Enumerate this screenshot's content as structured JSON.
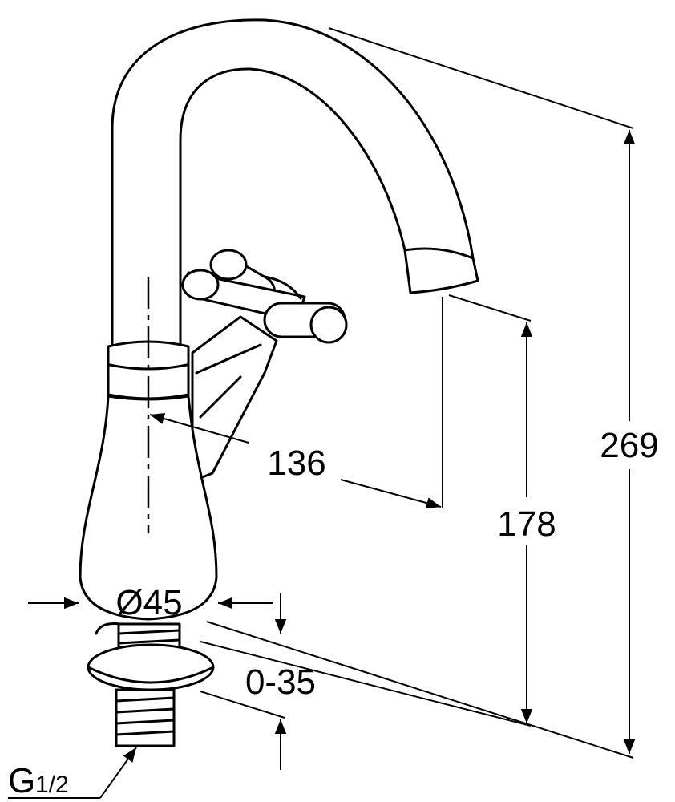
{
  "title": "Faucet technical drawing",
  "dimensions": {
    "total_height": "269",
    "spout_height": "178",
    "spout_reach": "136",
    "base_diameter": "Ø45",
    "mount_range": "0-35",
    "thread_main": "G",
    "thread_size": "1/2"
  }
}
